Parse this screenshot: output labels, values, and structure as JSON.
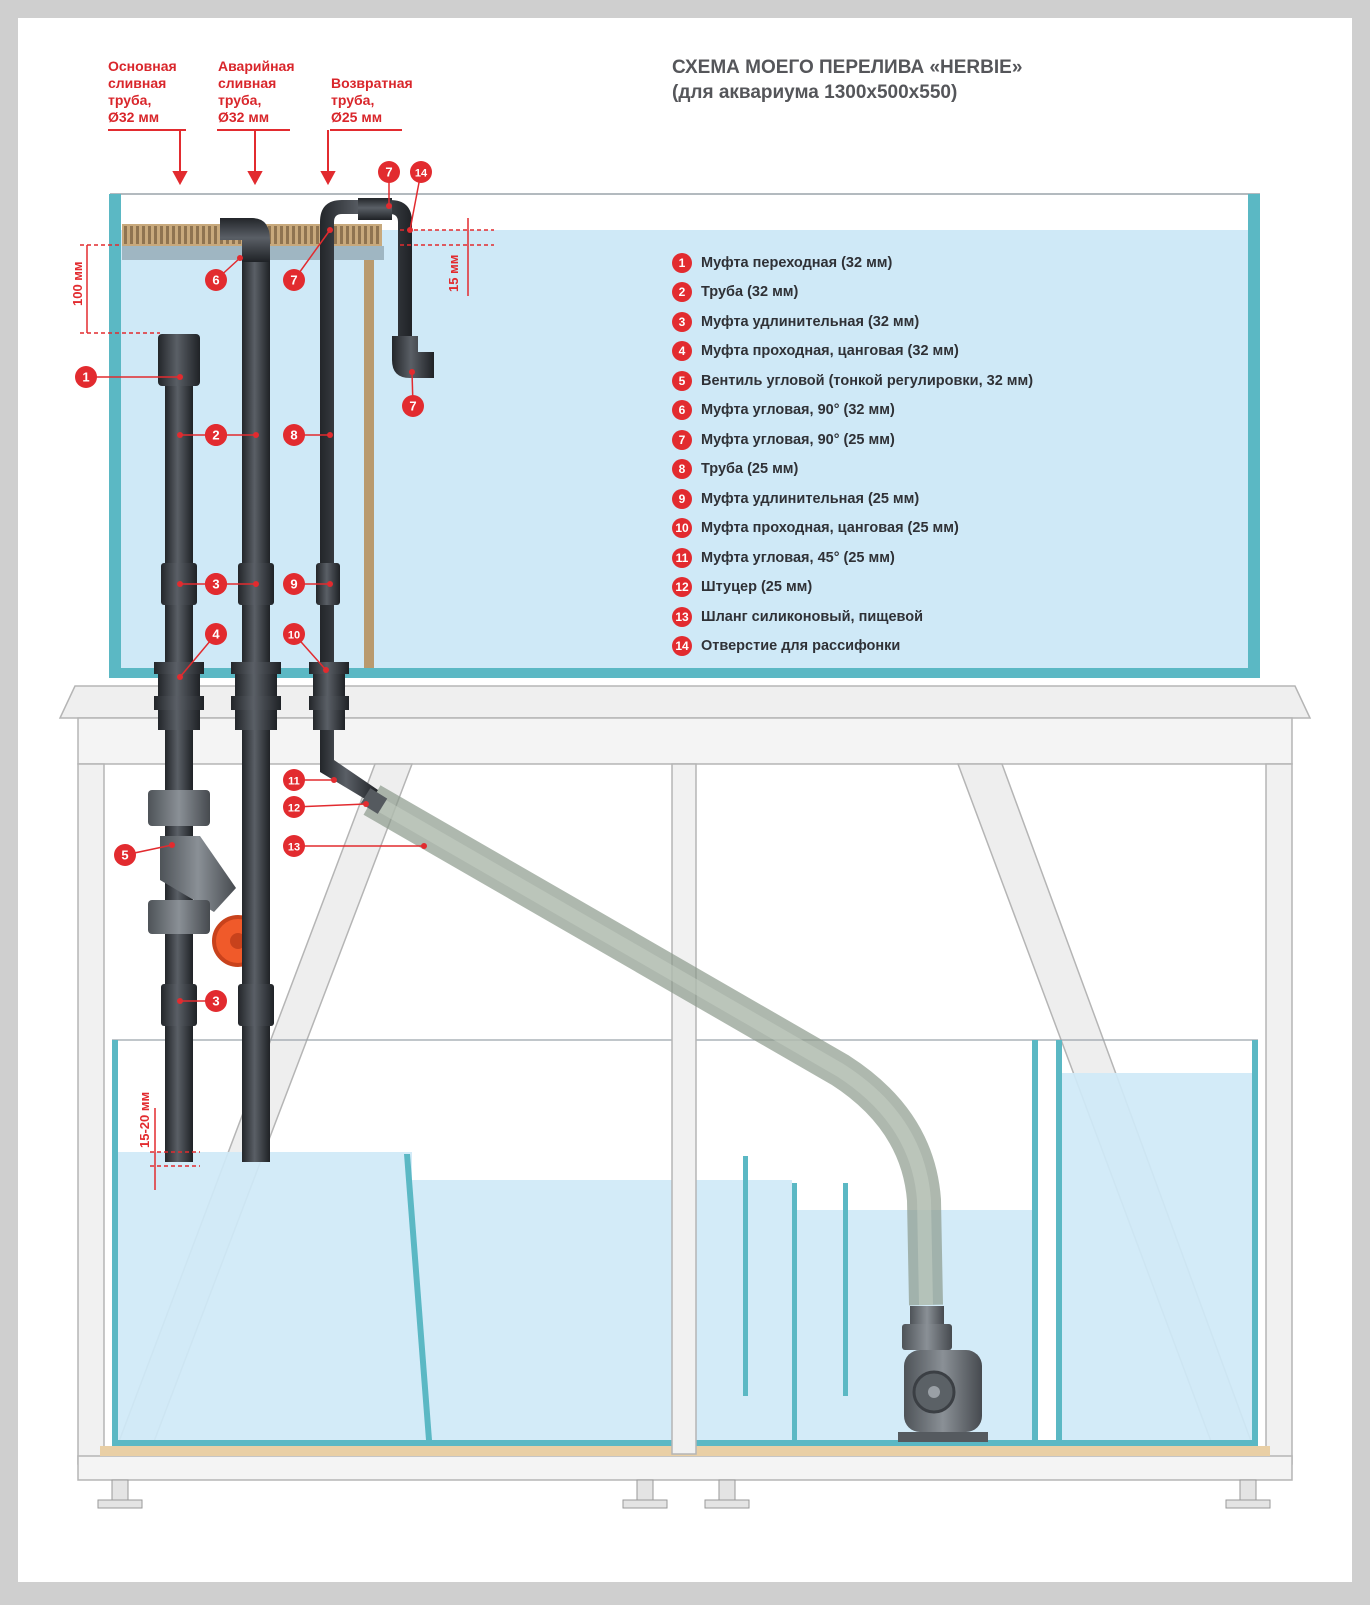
{
  "title": {
    "line1": "СХЕМА МОЕГО ПЕРЕЛИВА «HERBIE»",
    "line2": "(для аквариума 1300х500х550)"
  },
  "pipe_titles": [
    {
      "lines": [
        "Основная",
        "сливная",
        "труба,",
        "Ø32 мм"
      ]
    },
    {
      "lines": [
        "Аварийная",
        "сливная",
        "труба,",
        "Ø32 мм"
      ]
    },
    {
      "lines": [
        "Возвратная",
        "труба,",
        "Ø25 мм"
      ]
    }
  ],
  "dimensions": {
    "d100": "100 мм",
    "d15": "15 мм",
    "d1520": "15-20 мм"
  },
  "legend": [
    {
      "num": "1",
      "text": "Муфта переходная (32 мм)"
    },
    {
      "num": "2",
      "text": "Труба (32 мм)"
    },
    {
      "num": "3",
      "text": "Муфта удлинительная (32 мм)"
    },
    {
      "num": "4",
      "text": "Муфта проходная, цанговая (32 мм)"
    },
    {
      "num": "5",
      "text": "Вентиль угловой (тонкой регулировки, 32 мм)"
    },
    {
      "num": "6",
      "text": "Муфта угловая, 90° (32 мм)"
    },
    {
      "num": "7",
      "text": "Муфта угловая, 90° (25 мм)"
    },
    {
      "num": "8",
      "text": "Труба (25 мм)"
    },
    {
      "num": "9",
      "text": "Муфта удлинительная (25 мм)"
    },
    {
      "num": "10",
      "text": "Муфта проходная, цанговая (25 мм)"
    },
    {
      "num": "11",
      "text": "Муфта угловая, 45° (25 мм)"
    },
    {
      "num": "12",
      "text": "Штуцер (25 мм)"
    },
    {
      "num": "13",
      "text": "Шланг силиконовый, пищевой"
    },
    {
      "num": "14",
      "text": "Отверстие для рассифонки"
    }
  ],
  "callouts": [
    "1",
    "2",
    "2",
    "3",
    "3",
    "3",
    "4",
    "5",
    "6",
    "7",
    "7",
    "7",
    "8",
    "9",
    "10",
    "11",
    "12",
    "13",
    "14"
  ],
  "colors": {
    "accent": "#e22b2f",
    "water": "#cfe9f7",
    "glass": "#5bb8c4",
    "pipe": "#3d4147",
    "hose": "#a7b3a8",
    "frame": "#f0f0f0"
  }
}
